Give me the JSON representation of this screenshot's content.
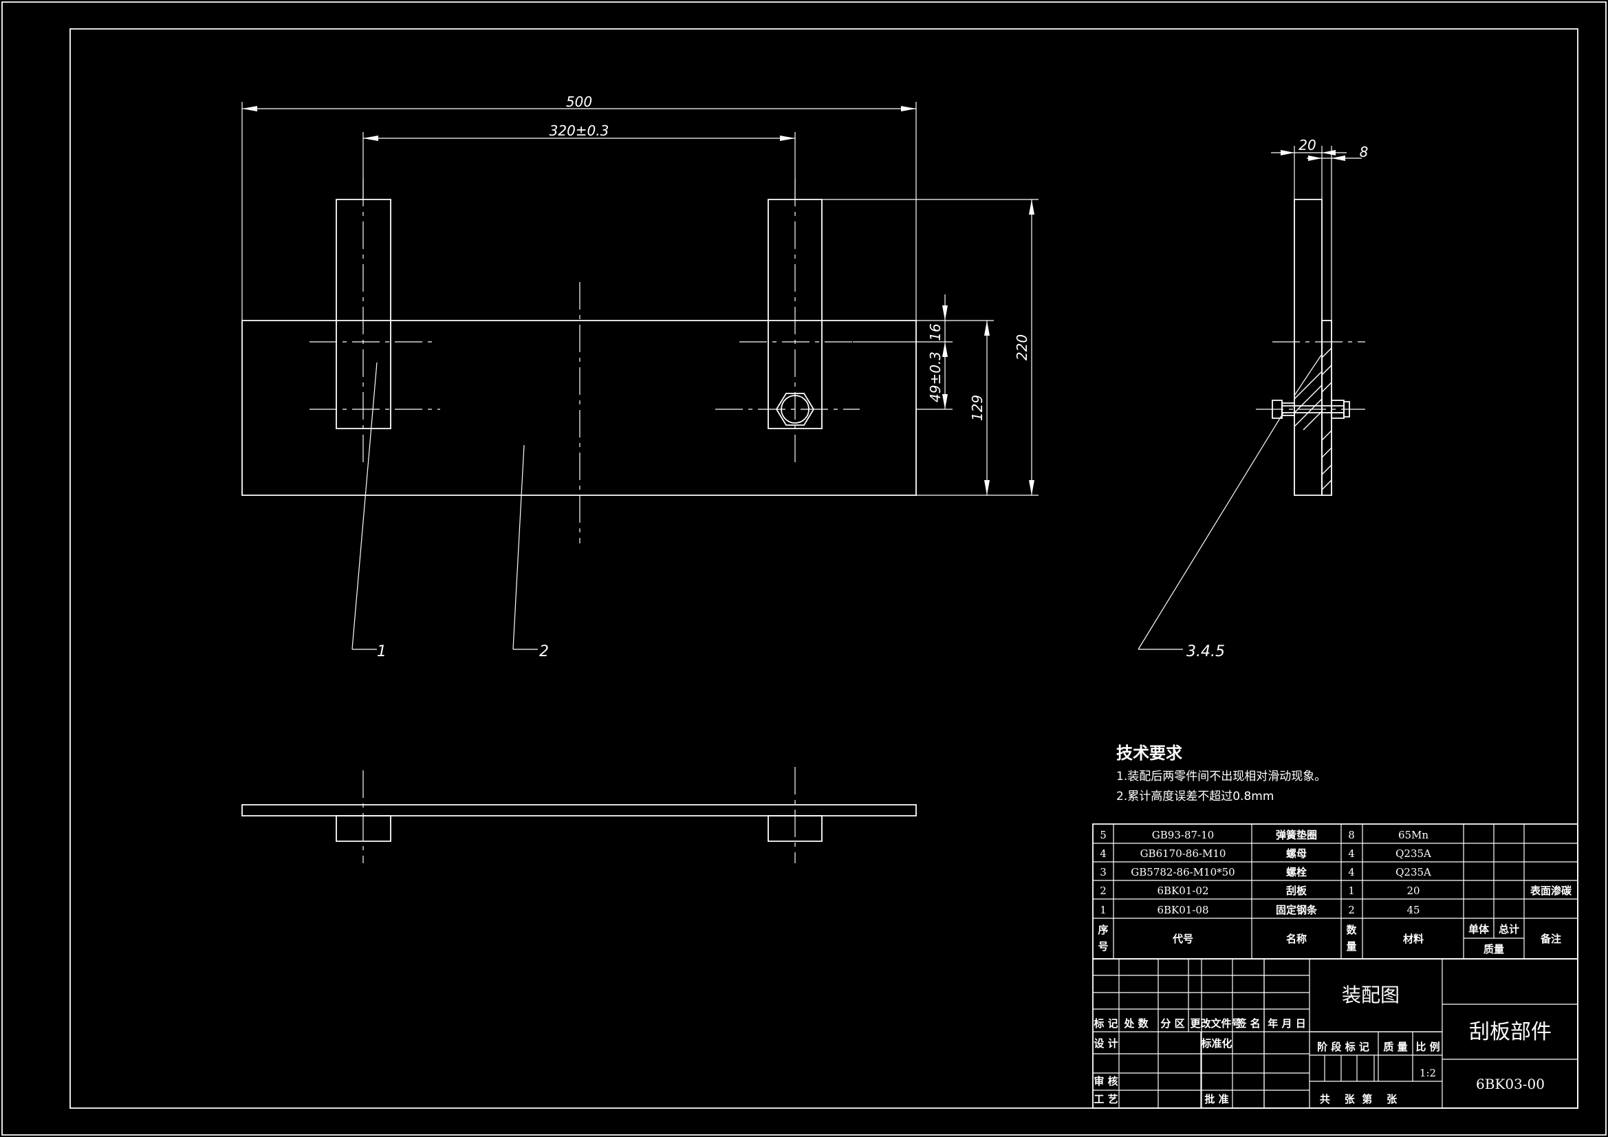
{
  "dimensions": {
    "overall_width": "500",
    "hole_spacing": "320±0.3",
    "height_total": "220",
    "dim_16": "16",
    "dim_49": "49±0.3",
    "dim_129": "129",
    "side_20": "20",
    "side_8": "8"
  },
  "balloons": {
    "b1": "1",
    "b2": "2",
    "b345": "3.4.5"
  },
  "requirements": {
    "title": "技术要求",
    "line1": "1.装配后两零件间不出现相对滑动现象。",
    "line2": "2.累计高度误差不超过0.8mm"
  },
  "bom": {
    "rows": [
      {
        "no": "5",
        "code": "GB93-87-10",
        "name": "弹簧垫圈",
        "qty": "8",
        "material": "65Mn",
        "note": ""
      },
      {
        "no": "4",
        "code": "GB6170-86-M10",
        "name": "螺母",
        "qty": "4",
        "material": "Q235A",
        "note": ""
      },
      {
        "no": "3",
        "code": "GB5782-86-M10*50",
        "name": "螺栓",
        "qty": "4",
        "material": "Q235A",
        "note": ""
      },
      {
        "no": "2",
        "code": "6BK01-02",
        "name": "刮板",
        "qty": "1",
        "material": "20",
        "note": "表面渗碳"
      },
      {
        "no": "1",
        "code": "6BK01-08",
        "name": "固定钢条",
        "qty": "2",
        "material": "45",
        "note": ""
      }
    ],
    "header": {
      "no_1": "序",
      "no_2": "号",
      "code": "代号",
      "name": "名称",
      "qty_1": "数",
      "qty_2": "量",
      "material": "材料",
      "unit": "单体",
      "total": "总计",
      "mass": "质量",
      "note": "备注"
    }
  },
  "title_block": {
    "mark": "标 记",
    "place": "处 数",
    "zone": "分 区",
    "change_doc": "更改文件号",
    "sign": "签 名",
    "date": "年 月 日",
    "design": "设 计",
    "standardize": "标准化",
    "review": "审 核",
    "process": "工 艺",
    "approve": "批 准",
    "drawing_type": "装配图",
    "stage_mark": "阶 段 标 记",
    "mass": "质 量",
    "scale": "比 例",
    "scale_value": "1:2",
    "sheets": "共    张  第    张",
    "part_name": "刮板部件",
    "drawing_no": "6BK03-00"
  }
}
